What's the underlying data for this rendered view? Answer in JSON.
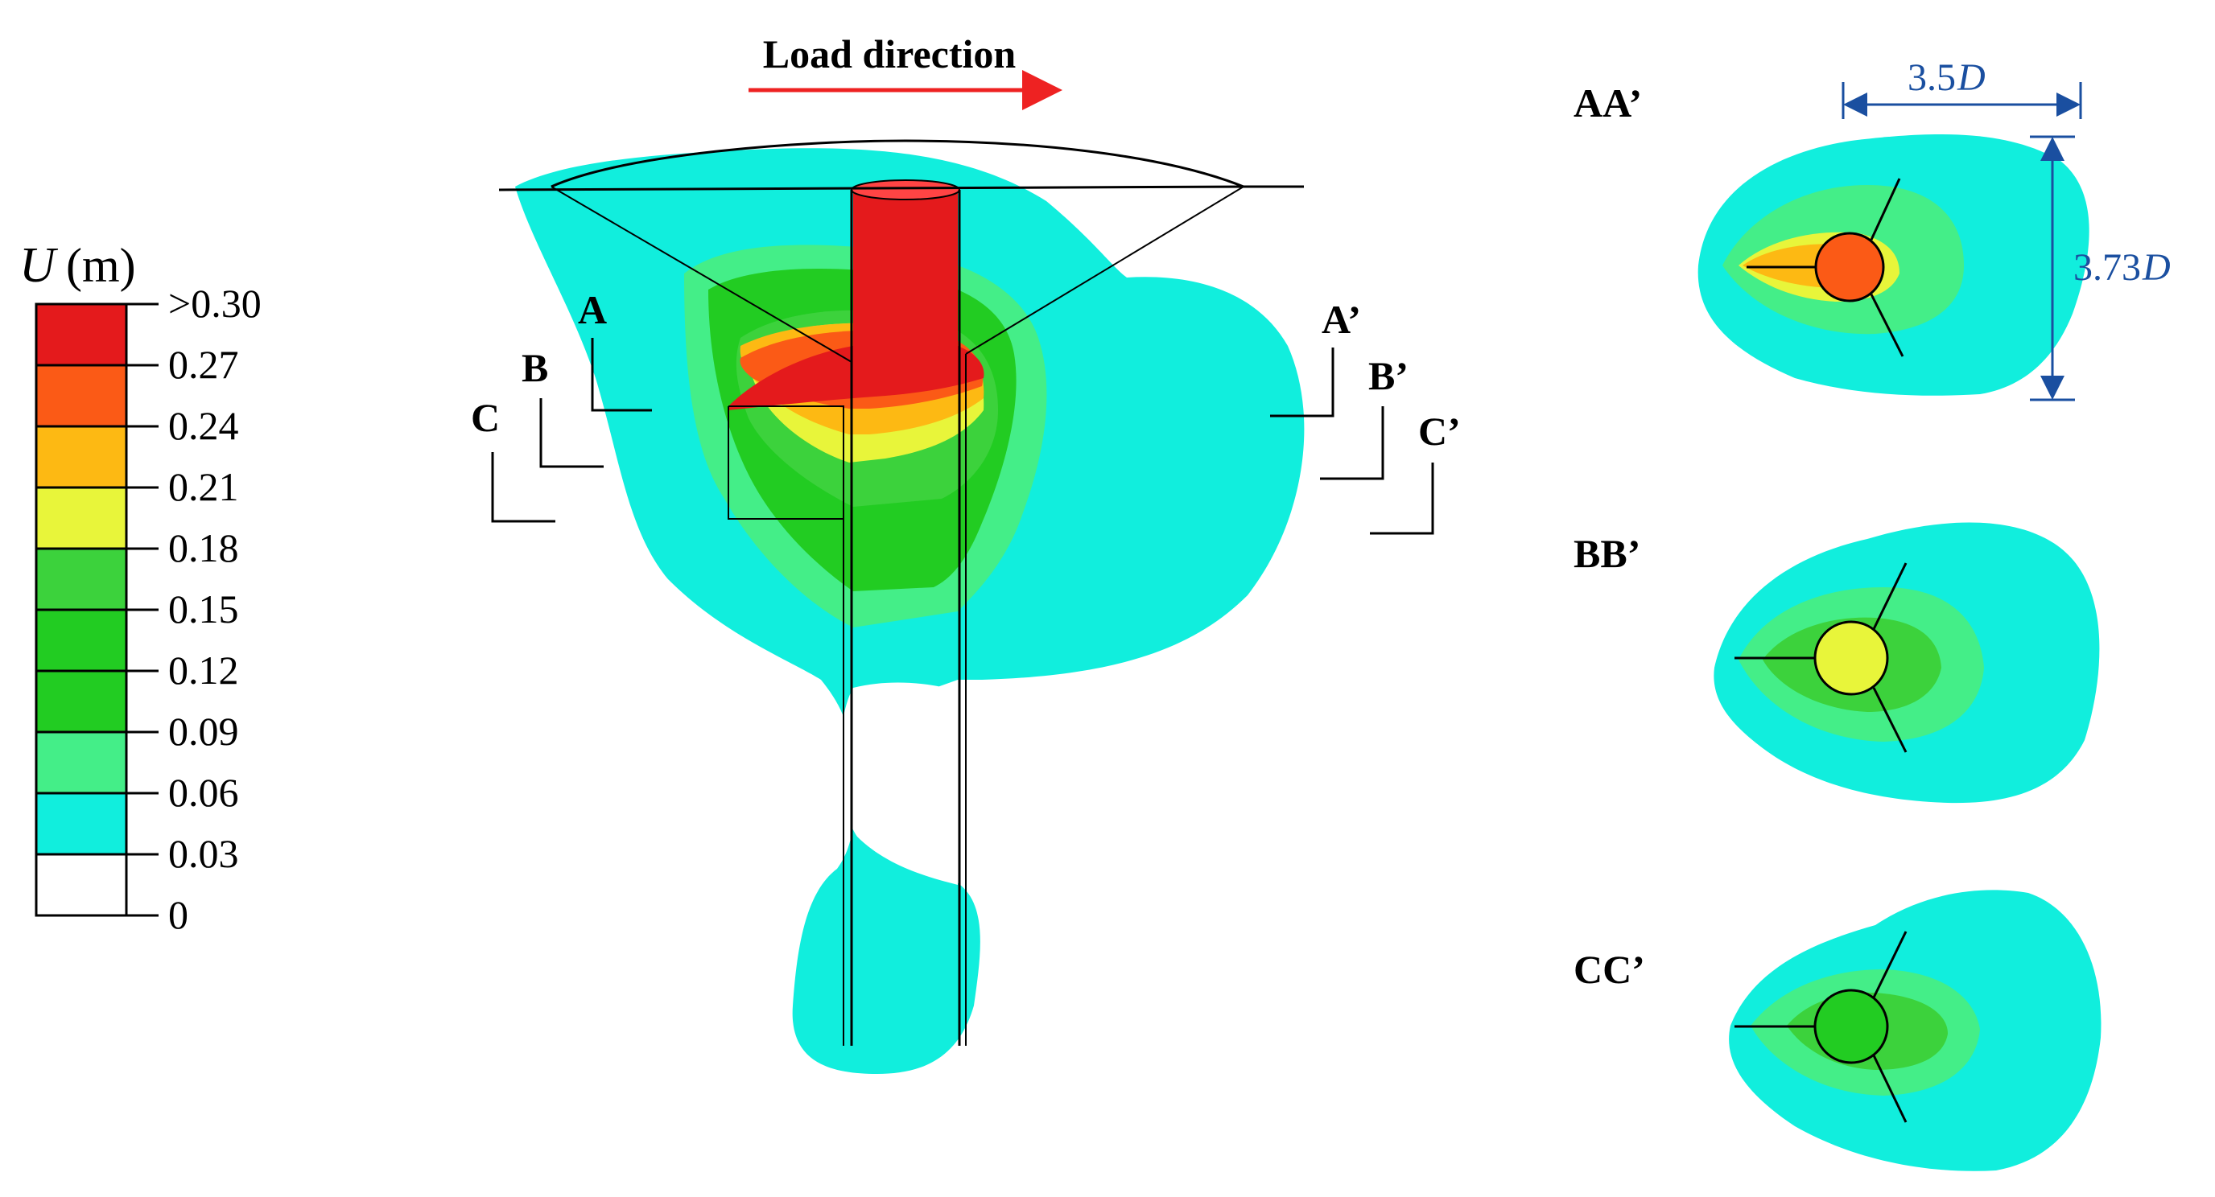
{
  "legend": {
    "symbol": "U",
    "unit": "(m)",
    "levels": [
      {
        "label": ">0.30",
        "color": "#e41a1c"
      },
      {
        "label": "0.27",
        "color": "#fb5a16"
      },
      {
        "label": "0.24",
        "color": "#fdb913"
      },
      {
        "label": "0.21",
        "color": "#e8f53a"
      },
      {
        "label": "0.18",
        "color": "#3cd23c"
      },
      {
        "label": "0.15",
        "color": "#22cc22"
      },
      {
        "label": "0.12",
        "color": "#22cc22"
      },
      {
        "label": "0.09",
        "color": "#44ee88"
      },
      {
        "label": "0.06",
        "color": "#11eedd"
      },
      {
        "label": "0.03",
        "color": "#ffffff"
      },
      {
        "label": "0",
        "color": null
      }
    ]
  },
  "load_direction": {
    "label": "Load direction",
    "arrow_color": "#ee2222"
  },
  "sections": {
    "A": "A",
    "A_prime": "A’",
    "B": "B",
    "B_prime": "B’",
    "C": "C",
    "C_prime": "C’"
  },
  "cross_sections": {
    "aa": {
      "label": "AA’",
      "center_color": "#fb5a16"
    },
    "bb": {
      "label": "BB’",
      "center_color": "#e8f53a"
    },
    "cc": {
      "label": "CC’",
      "center_color": "#22cc22"
    }
  },
  "dimensions": {
    "width": {
      "value": "3.5",
      "symbol": "D"
    },
    "height": {
      "value": "3.73",
      "symbol": "D"
    }
  }
}
